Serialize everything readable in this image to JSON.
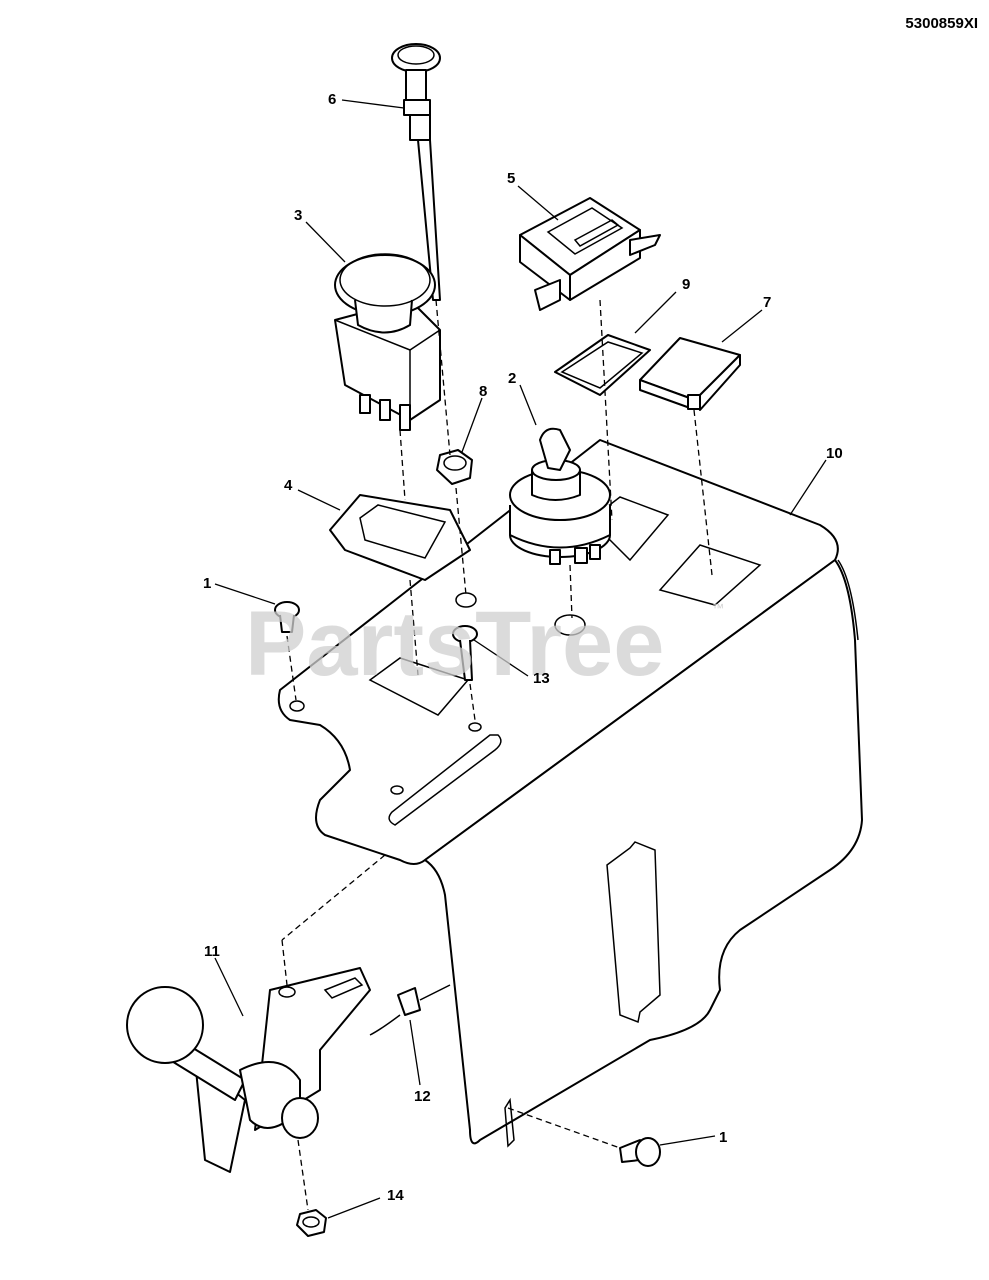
{
  "diagram": {
    "reference_number": "5300859XI",
    "watermark": "PartsTree",
    "watermark_tm": "™",
    "callouts": [
      {
        "id": "c1a",
        "label": "1"
      },
      {
        "id": "c1b",
        "label": "1"
      },
      {
        "id": "c2",
        "label": "2"
      },
      {
        "id": "c3",
        "label": "3"
      },
      {
        "id": "c4",
        "label": "4"
      },
      {
        "id": "c5",
        "label": "5"
      },
      {
        "id": "c6",
        "label": "6"
      },
      {
        "id": "c7",
        "label": "7"
      },
      {
        "id": "c8",
        "label": "8"
      },
      {
        "id": "c9",
        "label": "9"
      },
      {
        "id": "c10",
        "label": "10"
      },
      {
        "id": "c11",
        "label": "11"
      },
      {
        "id": "c12",
        "label": "12"
      },
      {
        "id": "c13",
        "label": "13"
      },
      {
        "id": "c14",
        "label": "14"
      }
    ]
  }
}
